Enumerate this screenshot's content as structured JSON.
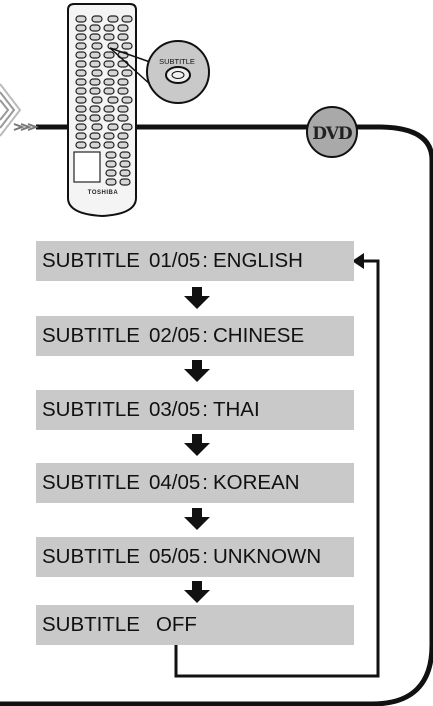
{
  "remote": {
    "brand": "TOSHIBA",
    "callout_label": "SUBTITLE"
  },
  "disc_badge": {
    "label": "DVD"
  },
  "subtitle_options": [
    {
      "label": "SUBTITLE",
      "number": "01/05",
      "separator": ":",
      "language": "ENGLISH"
    },
    {
      "label": "SUBTITLE",
      "number": "02/05",
      "separator": ":",
      "language": "CHINESE"
    },
    {
      "label": "SUBTITLE",
      "number": "03/05",
      "separator": ":",
      "language": "THAI"
    },
    {
      "label": "SUBTITLE",
      "number": "04/05",
      "separator": ":",
      "language": "KOREAN"
    },
    {
      "label": "SUBTITLE",
      "number": "05/05",
      "separator": ":",
      "language": "UNKNOWN"
    },
    {
      "label": "SUBTITLE",
      "number": "",
      "separator": "",
      "language": "OFF"
    }
  ],
  "colors": {
    "box_fill": "#c9c9c9",
    "line": "#111111",
    "remote_body": "#f4f4f4",
    "button_fill": "#d6d6d6"
  }
}
